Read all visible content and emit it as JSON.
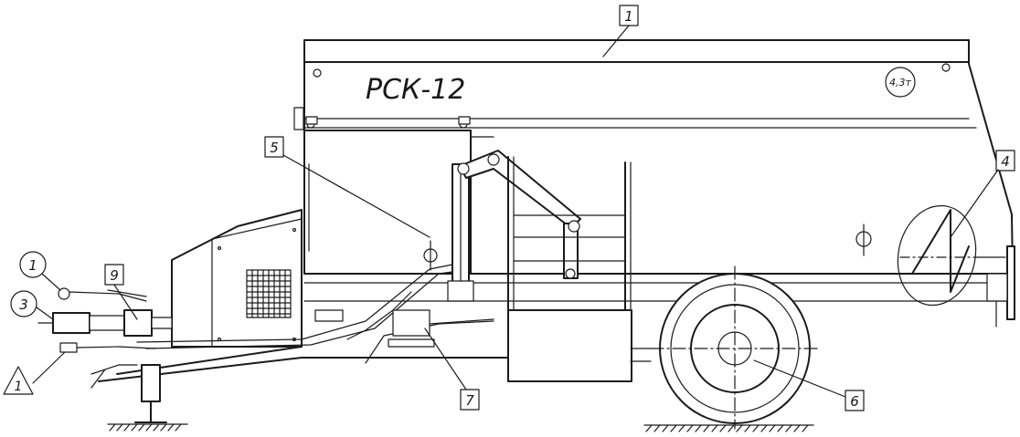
{
  "model_label": "РСК-12",
  "capacity_label": "4,3т",
  "callouts": {
    "c1_box": "1",
    "c4_box": "4",
    "c5_box": "5",
    "c6_box": "6",
    "c7_box": "7",
    "c9_box": "9",
    "c1_circle": "1",
    "c3_circle": "3",
    "c1_triangle": "1"
  },
  "colors": {
    "line": "#1a1a1a",
    "background": "#ffffff"
  }
}
